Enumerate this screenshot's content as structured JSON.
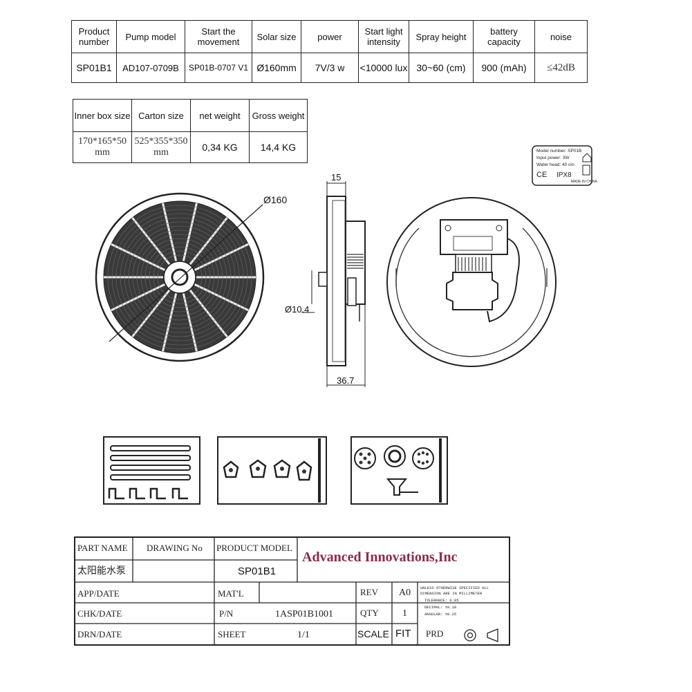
{
  "spec_table_1": {
    "headers": [
      "Product number",
      "Pump model",
      "Start the movement",
      "Solar size",
      "power",
      "Start light intensity",
      "Spray height",
      "battery capacity",
      "noise"
    ],
    "values": [
      "SP01B1",
      "AD107-0709B",
      "SP01B-0707 V1",
      "Ø160mm",
      "7V/3 w",
      "<10000 lux",
      "30~60 (cm)",
      "900 (mAh)",
      "≤42dB"
    ]
  },
  "spec_table_2": {
    "headers": [
      "Inner box size",
      "Carton size",
      "net weight",
      "Gross weight"
    ],
    "values": [
      "170*165*50 mm",
      "525*355*350 mm",
      "0,34 KG",
      "14,4 KG"
    ]
  },
  "dimensions": {
    "diameter": "Ø160",
    "thickness": "15",
    "shaft": "Ø10.4",
    "depth": "36.7"
  },
  "label_plate": {
    "model": "Model number: SP01B",
    "input": "Input power: 3W",
    "head": "Water head: 40 cm",
    "rating": "IPX8",
    "origin": "MADE IN CHINA"
  },
  "title_block": {
    "part_name_label": "PART NAME",
    "drawing_no_label": "DRAWING No",
    "product_model_label": "PRODUCT MODEL",
    "company": "Advanced Innovations,Inc",
    "part_name_value": "太阳能水泵",
    "product_model_value": "SP01B1",
    "app_date_label": "APP/DATE",
    "matl_label": "MAT'L",
    "rev_label": "REV",
    "rev_value": "A0",
    "chk_date_label": "CHK/DATE",
    "pn_label": "P/N",
    "pn_value": "1ASP01B1001",
    "qty_label": "QTY",
    "qty_value": "1",
    "drn_date_label": "DRN/DATE",
    "sheet_label": "SHEET",
    "sheet_value": "1/1",
    "scale_label": "SCALE",
    "scale_value": "FIT",
    "prd_label": "PRD",
    "note_line1": "UNLESS OTHERWISE SPECIFIED ALL",
    "note_line2": "DIMENSION ARE IN MILLIMETER",
    "note_line3": "TOLERANCE:    0.05",
    "note_line4": "DECIMAL:      ±0.10",
    "note_line5": "ANGULAR:      ±0.25"
  },
  "colors": {
    "company": "#8b2a4a",
    "line": "#222222",
    "panel": "#555555"
  }
}
